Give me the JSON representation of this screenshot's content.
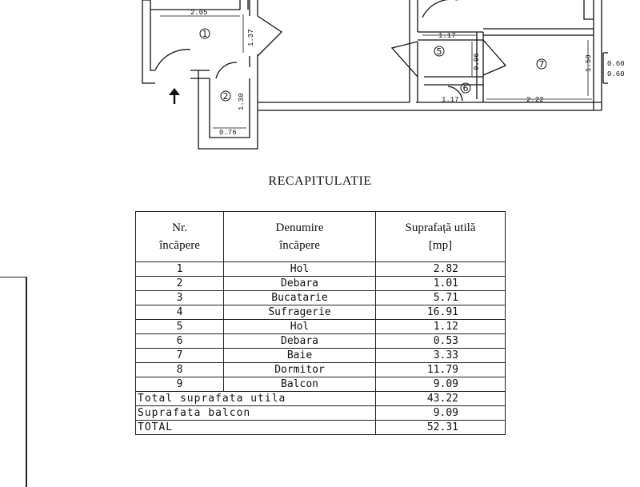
{
  "plan": {
    "dimensions": [
      "2.05",
      "1.37",
      "1.30",
      "0.76",
      "1.17",
      "0.96",
      "1.17",
      "2.22",
      "1.50",
      "0.60",
      "0.60"
    ],
    "rooms": [
      "1",
      "2",
      "5",
      "6",
      "7"
    ],
    "icons": [
      "arrow-up-icon"
    ]
  },
  "recap": {
    "title": "RECAPITULATIE",
    "headers": {
      "nr": [
        "Nr.",
        "încăpere"
      ],
      "name": [
        "Denumire",
        "încăpere"
      ],
      "area": [
        "Suprafață utilă",
        "[mp]"
      ]
    },
    "rows": [
      {
        "nr": "1",
        "name": "Hol",
        "area": "2.82"
      },
      {
        "nr": "2",
        "name": "Debara",
        "area": "1.01"
      },
      {
        "nr": "3",
        "name": "Bucatarie",
        "area": "5.71"
      },
      {
        "nr": "4",
        "name": "Sufragerie",
        "area": "16.91"
      },
      {
        "nr": "5",
        "name": "Hol",
        "area": "1.12"
      },
      {
        "nr": "6",
        "name": "Debara",
        "area": "0.53"
      },
      {
        "nr": "7",
        "name": "Baie",
        "area": "3.33"
      },
      {
        "nr": "8",
        "name": "Dormitor",
        "area": "11.79"
      },
      {
        "nr": "9",
        "name": "Balcon",
        "area": "9.09"
      }
    ],
    "summary": [
      {
        "label": "Total suprafata utila",
        "value": "43.22"
      },
      {
        "label": "Suprafata balcon",
        "value": "9.09"
      },
      {
        "label": "TOTAL",
        "value": "52.31"
      }
    ]
  }
}
